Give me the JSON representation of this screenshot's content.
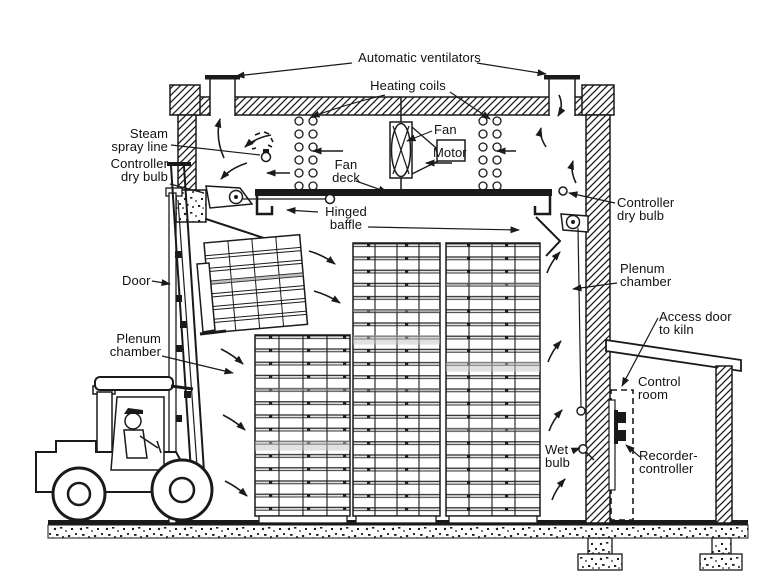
{
  "colors": {
    "ink": "#1a1a1a",
    "paper": "#ffffff",
    "board_shade": "#8c8c8c"
  },
  "labels": {
    "automatic_ventilators": "Automatic ventilators",
    "heating_coils": "Heating coils",
    "fan": "Fan",
    "motor": "Motor",
    "fan_deck": "Fan\ndeck",
    "steam_spray_line": "Steam\nspray line",
    "controller_dry_bulb_left": "Controller\ndry bulb",
    "controller_dry_bulb_right": "Controller\ndry bulb",
    "hinged_baffle": "Hinged\nbaffle",
    "door": "Door",
    "plenum_chamber_left": "Plenum\nchamber",
    "plenum_chamber_right": "Plenum\nchamber",
    "access_door_to_kiln": "Access door\nto kiln",
    "control_room": "Control\nroom",
    "wet_bulb": "Wet\nbulb",
    "recorder_controller": "Recorder-\ncontroller"
  }
}
